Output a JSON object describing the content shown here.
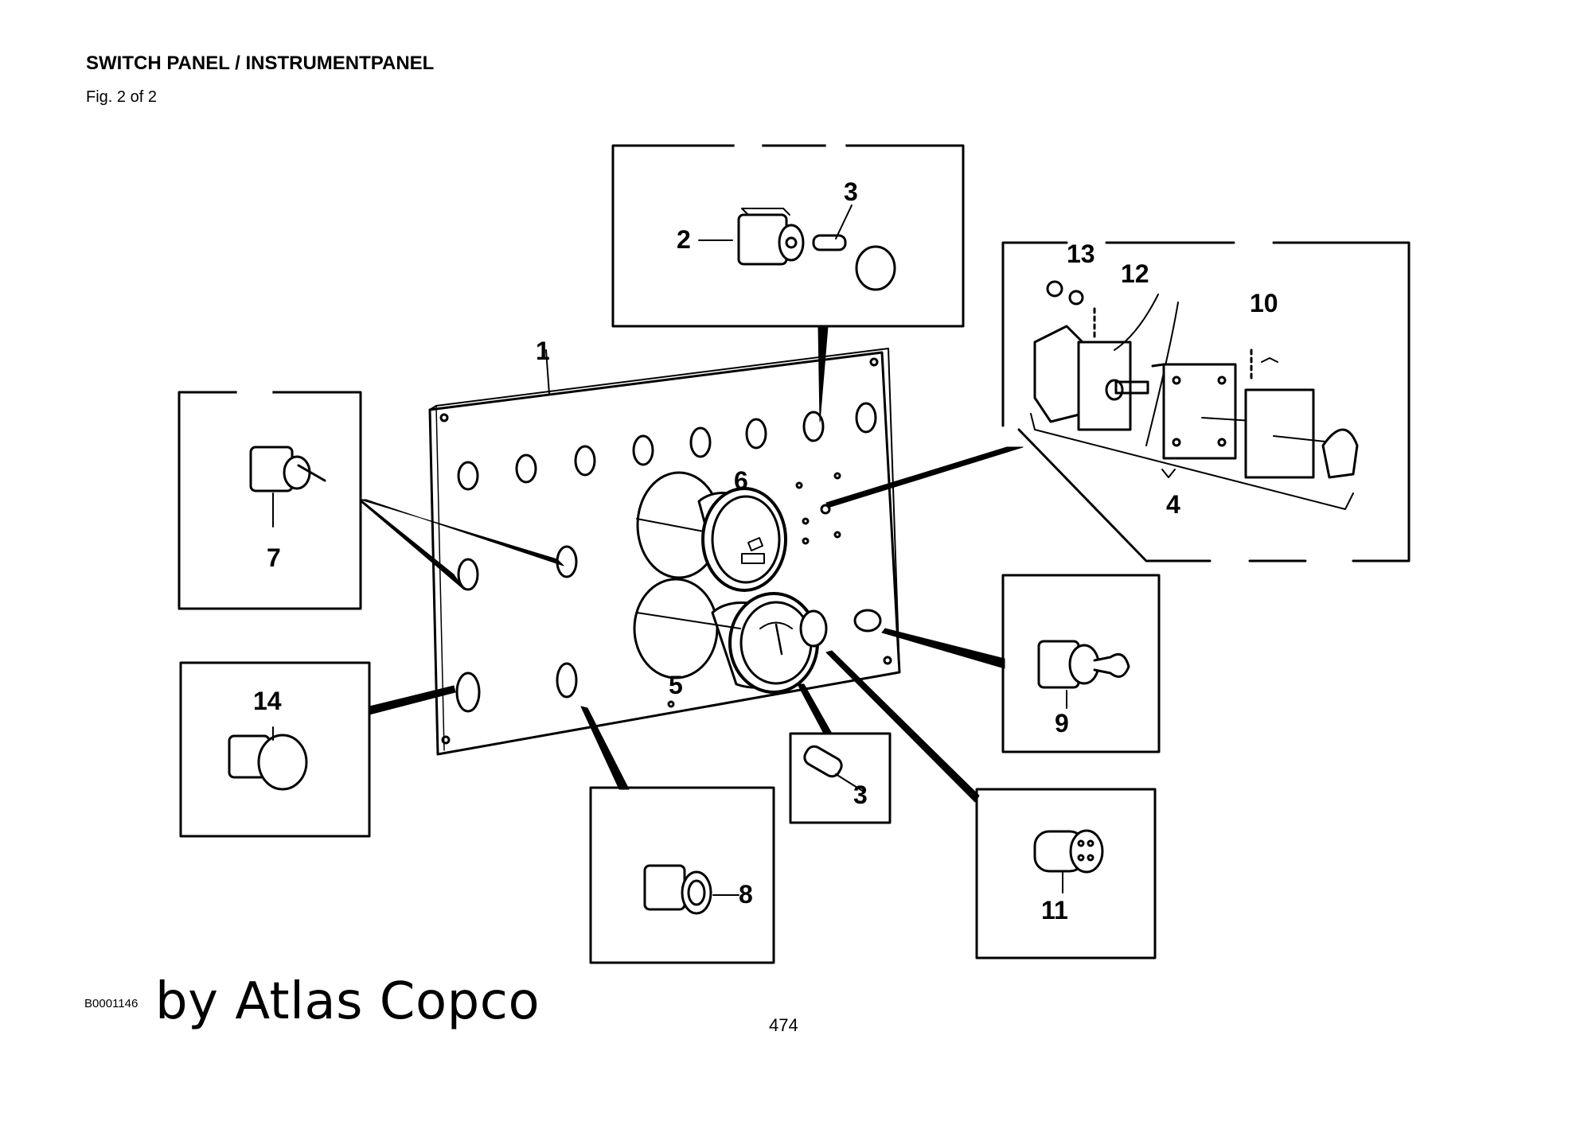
{
  "header": {
    "title": "SWITCH PANEL / INSTRUMENTPANEL",
    "subtitle": "Fig. 2 of 2"
  },
  "footer": {
    "drawing_code": "B0001146",
    "brand": "by Atlas Copco",
    "page_number": "474"
  },
  "callouts": {
    "panel": "1",
    "switch_top": "2",
    "lamp_top": "3",
    "selector_assembly": "4",
    "gauge_lower": "5",
    "gauge_upper": "6",
    "rotary_switch": "7",
    "pilot_light": "8",
    "key_switch": "9",
    "scale_plate": "10",
    "connector": "11",
    "washer": "12",
    "nut": "13",
    "mushroom_button": "14",
    "lamp_lower": "3"
  }
}
